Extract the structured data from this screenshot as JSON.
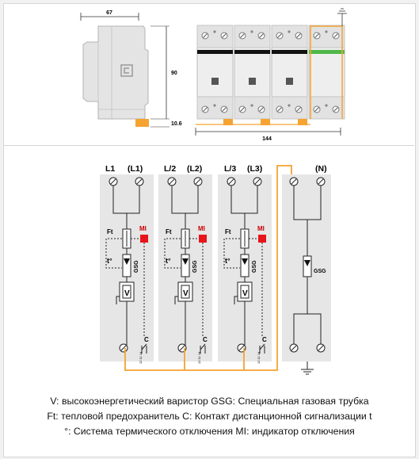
{
  "dimensions": {
    "width": "67",
    "height": "90",
    "foot": "10.6",
    "length": "144"
  },
  "terminals": {
    "l1": "L1",
    "l1p": "(L1)",
    "l2": "L/2",
    "l2p": "(L2)",
    "l3": "L/3",
    "l3p": "(L3)",
    "n": "(N)"
  },
  "component_labels": {
    "ft": "Ft",
    "mi": "MI",
    "gsg": "GSG",
    "temp": "t°",
    "varistor": "V",
    "contact": "C",
    "contact_pins": "12 11 14"
  },
  "legend_lines": [
    "V: высокоэнергетический варистор GSG: Специальная газовая трубка",
    "Ft: тепловой предохранитель C: Контакт дистанционной сигнализации t",
    "°: Система термического отключения MI: индикатор отключения"
  ],
  "colors": {
    "accent_orange": "#f5a331",
    "indicator_red": "#e8141b",
    "indicator_green": "#4fb848",
    "module_gray": "#e6e6e6"
  }
}
